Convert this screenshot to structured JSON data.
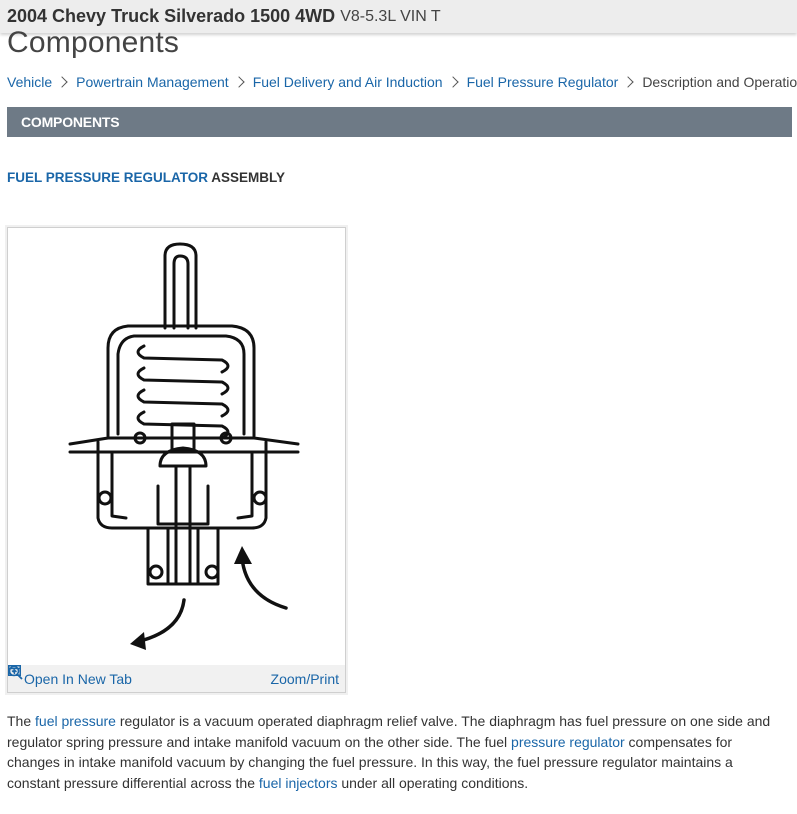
{
  "header": {
    "vehicle_title": "2004 Chevy Truck Silverado 1500 4WD",
    "engine": "V8-5.3L VIN T"
  },
  "page_title": "Components",
  "breadcrumb": {
    "links": [
      "Vehicle",
      "Powertrain Management",
      "Fuel Delivery and Air Induction",
      "Fuel Pressure Regulator"
    ],
    "current": "Description and Operation"
  },
  "section_header": "COMPONENTS",
  "subheading": {
    "link_text": "FUEL PRESSURE REGULATOR",
    "suffix": "ASSEMBLY"
  },
  "figure": {
    "open_tab_label": "Open In New Tab",
    "zoom_label": "Zoom/Print",
    "open_tab_icon": "open-new-tab-icon",
    "zoom_icon": "magnifier-icon"
  },
  "body": {
    "t1": " The ",
    "l1": "fuel pressure",
    "t2": " regulator is a vacuum operated diaphragm relief valve. The diaphragm has fuel pressure on one side and regulator spring pressure and intake manifold vacuum on the other side. The fuel ",
    "l2": "pressure regulator",
    "t3": " compensates for changes in intake manifold vacuum by changing the fuel pressure. In this way, the fuel pressure regulator maintains a constant pressure differential across the ",
    "l3": "fuel injectors",
    "t4": " under all operating conditions."
  },
  "colors": {
    "link": "#1a66a8",
    "section_bar": "#6e7a86",
    "topbar": "#ededed"
  }
}
